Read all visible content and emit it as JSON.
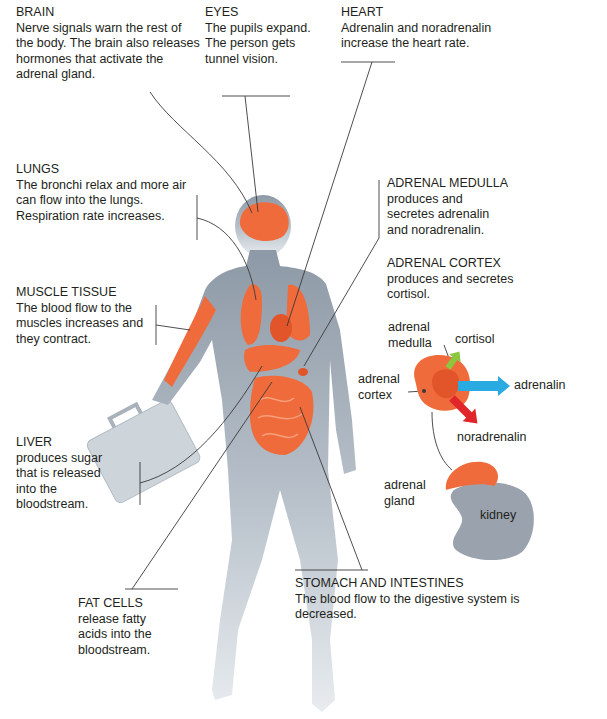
{
  "diagram": {
    "nodes": [
      {
        "text": [
          "kidney"
        ]
      }
    ],
    "labels": [
      "BRAIN",
      "Nerve signals warn the rest of the body. The brain also releases hormones that activate the adrenal gland.",
      "EYES",
      "The pupils expand. The person gets tunnel vision.",
      "HEART",
      "Adrenalin and noradrenalin increase the heart rate.",
      "LUNGS",
      "The bronchi relax and more air can flow into the lungs. Respiration rate increases.",
      "ADRENAL MEDULLA",
      "produces and secretes adrenalin and noradrenalin.",
      "ADRENAL CORTEX",
      "produces and secretes cortisol.",
      "MUSCLE TISSUE",
      "The blood flow to the muscles increases and they contract.",
      "adrenal medulla",
      "cortisol",
      "adrenal cortex",
      "adrenalin",
      "noradrenalin",
      "LIVER",
      "produces sugar that is released into the bloodstream.",
      "adrenal gland",
      "FAT CELLS",
      "release fatty acids into the bloodstream.",
      "STOMACH AND INTESTINES",
      "The blood flow to the digestive system is decreased."
    ]
  }
}
